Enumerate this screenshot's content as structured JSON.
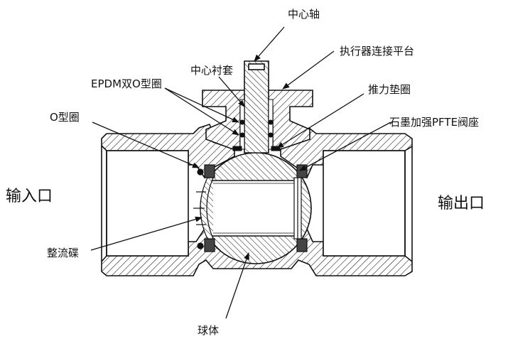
{
  "labels": {
    "center_shaft": "中心轴",
    "actuator_platform": "执行器连接平台",
    "center_bushing": "中心衬套",
    "epdm_double_o_ring": "EPDM双O型圈",
    "thrust_washer": "推力垫圈",
    "graphite_ptfe_seat": "石墨加强PFTE阀座",
    "o_ring": "O型圈",
    "inlet": "输入口",
    "outlet": "输出口",
    "flow_plate": "整流碟",
    "ball": "球体"
  },
  "colors": {
    "line": "#111111",
    "hatch": "#111111",
    "seat": "#444444",
    "ball_fill": "#ffffff"
  }
}
